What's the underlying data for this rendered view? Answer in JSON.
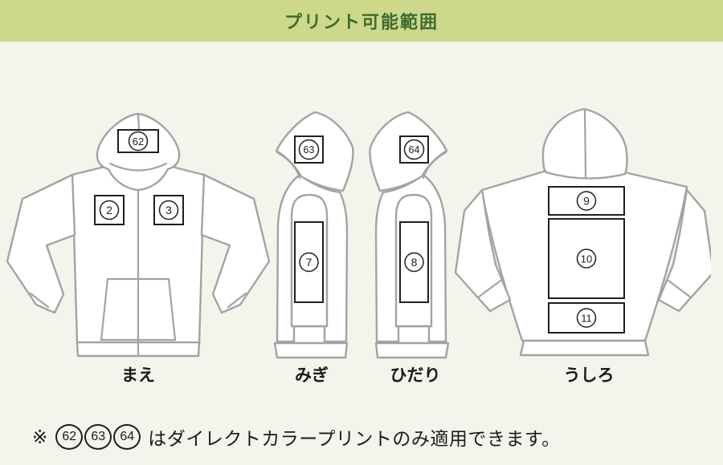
{
  "header": {
    "title": "プリント可能範囲"
  },
  "views": {
    "front": {
      "label": "まえ",
      "hood_area": "62",
      "chest_left_area": "2",
      "chest_right_area": "3"
    },
    "right": {
      "label": "みぎ",
      "hood_area": "63",
      "sleeve_area": "7"
    },
    "left": {
      "label": "ひだり",
      "hood_area": "64",
      "sleeve_area": "8"
    },
    "back": {
      "label": "うしろ",
      "upper_area": "9",
      "center_area": "10",
      "lower_area": "11"
    }
  },
  "note": {
    "marker": "※",
    "circled_numbers": {
      "a": "62",
      "b": "63",
      "c": "64"
    },
    "text": "はダイレクトカラープリントのみ適用できます。"
  },
  "colors": {
    "header_bg": "#cdd88a",
    "header_text": "#3e6b31",
    "page_bg": "#f4f3ec",
    "garment_outline": "#a3a3a3",
    "print_box_border": "#1f1f1f"
  }
}
